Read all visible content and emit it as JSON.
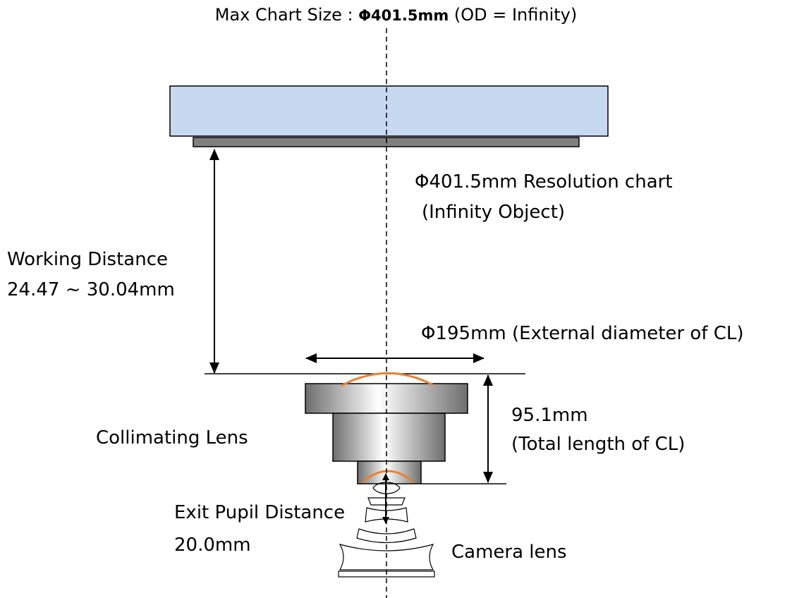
{
  "title": {
    "prefix": "Max Chart Size : ",
    "value": "Φ401.5mm",
    "suffix": " (OD = Infinity)"
  },
  "labels": {
    "resolution_chart_line1": "Φ401.5mm Resolution chart",
    "resolution_chart_line2": "(Infinity Object)",
    "working_distance_line1": "Working Distance",
    "working_distance_line2": "24.47 ~ 30.04mm",
    "external_diameter": "Φ195mm (External diameter of CL)",
    "total_length_line1": "95.1mm",
    "total_length_line2": "(Total length of CL)",
    "collimating_lens": "Collimating Lens",
    "exit_pupil_line1": "Exit Pupil Distance",
    "exit_pupil_line2": "20.0mm",
    "camera_lens": "Camera lens"
  },
  "colors": {
    "chart_fill": "#c6d9f1",
    "chart_backing": "#808080",
    "lens_surface": "#ed7d31",
    "lens_body": "#8c8c8c"
  }
}
